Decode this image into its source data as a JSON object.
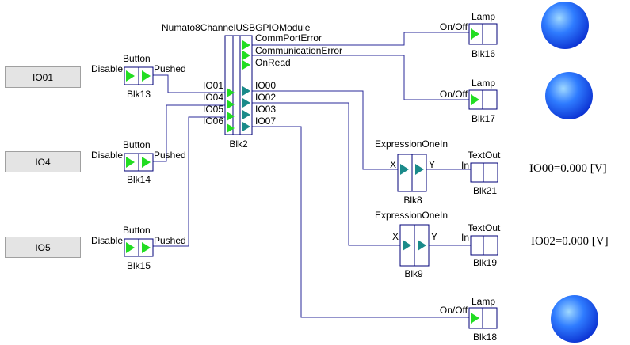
{
  "buttons": [
    {
      "label": "IO01"
    },
    {
      "label": "IO4"
    },
    {
      "label": "IO5"
    }
  ],
  "gpio": {
    "type": "Numato8ChannelUSBGPIOModule",
    "name": "Blk2",
    "inputs": [
      "IO01",
      "IO04",
      "IO05",
      "IO06"
    ],
    "outputs": [
      "CommPortError",
      "CommunicationError",
      "OnRead",
      "IO00",
      "IO02",
      "IO03",
      "IO07"
    ]
  },
  "button_blocks": [
    {
      "type": "Button",
      "name": "Blk13",
      "in": "Disable",
      "out": "Pushed"
    },
    {
      "type": "Button",
      "name": "Blk14",
      "in": "Disable",
      "out": "Pushed"
    },
    {
      "type": "Button",
      "name": "Blk15",
      "in": "Disable",
      "out": "Pushed"
    }
  ],
  "expressions": [
    {
      "type": "ExpressionOneIn",
      "name": "Blk8",
      "in": "X",
      "out": "Y"
    },
    {
      "type": "ExpressionOneIn",
      "name": "Blk9",
      "in": "X",
      "out": "Y"
    }
  ],
  "lamps": [
    {
      "type": "Lamp",
      "name": "Blk16",
      "in": "On/Off"
    },
    {
      "type": "Lamp",
      "name": "Blk17",
      "in": "On/Off"
    },
    {
      "type": "Lamp",
      "name": "Blk18",
      "in": "On/Off"
    }
  ],
  "textouts": [
    {
      "type": "TextOut",
      "name": "Blk21",
      "in": "In"
    },
    {
      "type": "TextOut",
      "name": "Blk19",
      "in": "In"
    }
  ],
  "readouts": [
    "IO00=0.000 [V]",
    "IO02=0.000 [V]"
  ],
  "colors": {
    "wire": "#2a2a9a",
    "port_green": "#22dd22",
    "port_teal": "#1a8a8a",
    "block_border": "#00007a",
    "lamp": "#1a5cff"
  }
}
